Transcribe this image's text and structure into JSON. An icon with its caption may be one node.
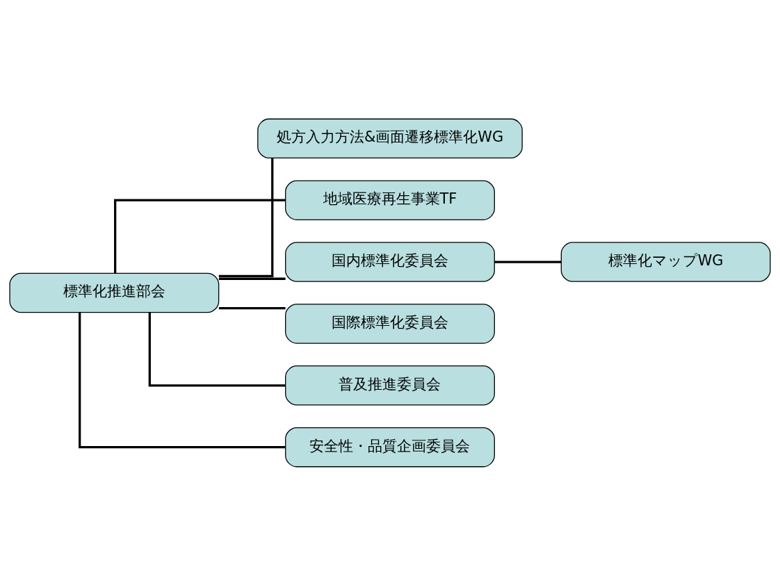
{
  "diagram": {
    "nodes": [
      {
        "text": [
          "標準化推進部会"
        ]
      },
      {
        "text": [
          "処方入力方法&画面遷移標準化WG"
        ]
      },
      {
        "text": [
          "地域医療再生事業TF"
        ]
      },
      {
        "text": [
          "国内標準化委員会"
        ]
      },
      {
        "text": [
          "標準化マップWG"
        ]
      },
      {
        "text": [
          "国際標準化委員会"
        ]
      },
      {
        "text": [
          "普及推進委員会"
        ]
      },
      {
        "text": [
          "安全性・品質企画委員会"
        ]
      }
    ],
    "edges": [
      {
        "from": 0,
        "to": 1,
        "arrow": "none"
      },
      {
        "from": 0,
        "to": 2,
        "arrow": "none"
      },
      {
        "from": 0,
        "to": 3,
        "arrow": "none"
      },
      {
        "from": 3,
        "to": 4,
        "arrow": "none"
      },
      {
        "from": 0,
        "to": 5,
        "arrow": "none"
      },
      {
        "from": 0,
        "to": 6,
        "arrow": "none"
      },
      {
        "from": 0,
        "to": 7,
        "arrow": "none"
      }
    ]
  }
}
